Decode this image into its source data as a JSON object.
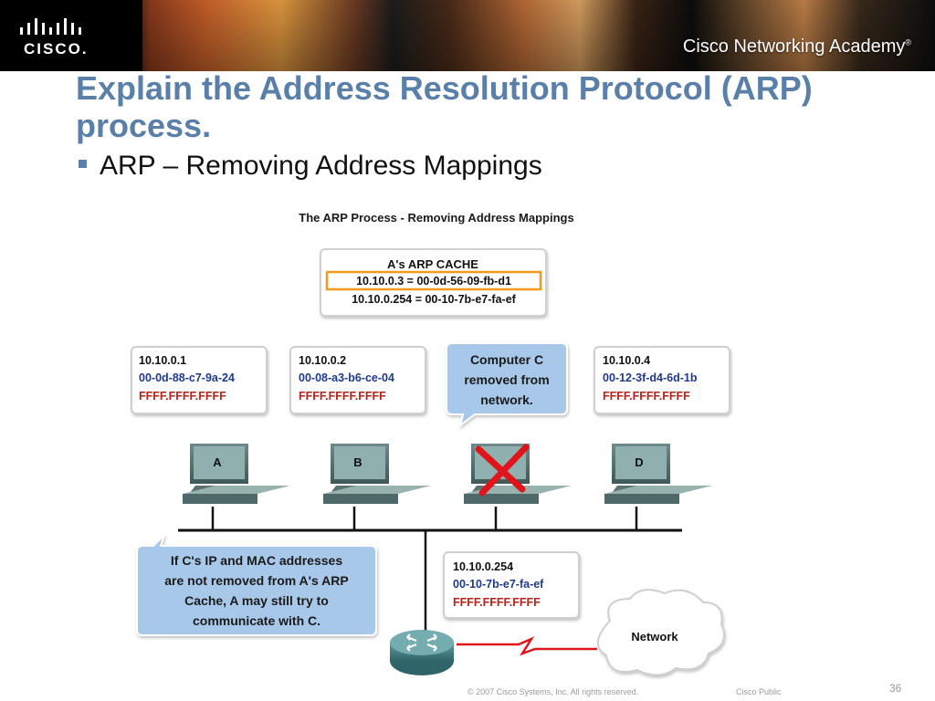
{
  "header": {
    "logo_text": "CISCO.",
    "academy_text": "Cisco Networking Academy",
    "academy_mark": "®"
  },
  "slide": {
    "title_line1": "Explain the Address Resolution Protocol (ARP)",
    "title_line2": "process.",
    "bullet": "ARP – Removing Address Mappings"
  },
  "diagram": {
    "title": "The ARP Process - Removing Address Mappings",
    "arp_cache": {
      "heading": "A's ARP CACHE",
      "rows": [
        "10.10.0.3 = 00-0d-56-09-fb-d1",
        "10.10.0.254 = 00-10-7b-e7-fa-ef"
      ]
    },
    "hosts": [
      {
        "label": "A",
        "ip": "10.10.0.1",
        "mac": "00-0d-88-c7-9a-24",
        "bcast": "FFFF.FFFF.FFFF"
      },
      {
        "label": "B",
        "ip": "10.10.0.2",
        "mac": "00-08-a3-b6-ce-04",
        "bcast": "FFFF.FFFF.FFFF"
      },
      {
        "label": "D",
        "ip": "10.10.0.4",
        "mac": "00-12-3f-d4-6d-1b",
        "bcast": "FFFF.FFFF.FFFF"
      }
    ],
    "removed_callout": [
      "Computer C",
      "removed from",
      "network."
    ],
    "router": {
      "ip": "10.10.0.254",
      "mac": "00-10-7b-e7-fa-ef",
      "bcast": "FFFF.FFFF.FFFF"
    },
    "note_callout": [
      "If C's IP and MAC addresses",
      "are not removed from A's ARP",
      "Cache, A may still try to",
      "communicate with C."
    ],
    "network_label": "Network",
    "colors": {
      "mac": "#1f3a8a",
      "bcast": "#b3241b",
      "highlight": "#f39a1e",
      "callout": "#a8c8ea",
      "removed_x": "#e0151b"
    }
  },
  "footer": {
    "copyright": "© 2007 Cisco Systems, Inc. All rights reserved.",
    "classification": "Cisco Public",
    "page": "36"
  }
}
